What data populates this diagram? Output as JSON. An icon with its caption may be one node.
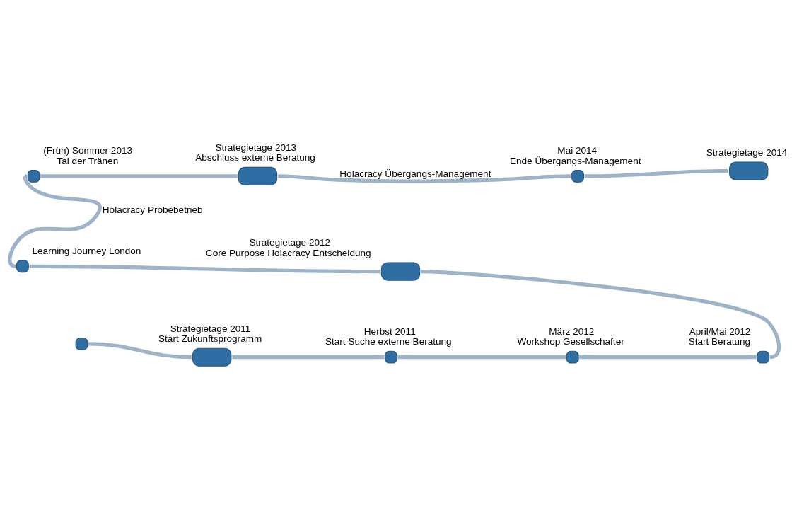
{
  "diagram": {
    "nodes": [
      {
        "text": [],
        "shape": "circle"
      },
      {
        "text": [],
        "shape": "ellipse",
        "beside": [
          "Strategietage 2011",
          "Start Zukunftsprogramm"
        ]
      },
      {
        "text": [],
        "shape": "circle",
        "beside": [
          "Herbst 2011",
          "Start Suche externe Beratung"
        ]
      },
      {
        "text": [],
        "shape": "circle",
        "beside": [
          "März 2012",
          "Workshop Gesellschafter"
        ]
      },
      {
        "text": [],
        "shape": "circle",
        "beside": [
          "April/Mai 2012",
          "Start Beratung"
        ]
      },
      {
        "text": [],
        "shape": "ellipse",
        "beside": [
          "Strategietage 2012",
          "Core Purpose Holacracy Entscheidung"
        ]
      },
      {
        "text": [],
        "shape": "circle",
        "beside": [
          "Learning Journey London"
        ]
      },
      {
        "text": [],
        "shape": "circle",
        "beside": [
          "(Früh) Sommer 2013",
          "Tal der Tränen"
        ]
      },
      {
        "text": [],
        "shape": "ellipse",
        "beside": [
          "Strategietage 2013",
          "Abschluss externe Beratung"
        ]
      },
      {
        "text": [],
        "shape": "circle",
        "beside": [
          "Mai 2014",
          "Ende Übergangs-Management"
        ]
      },
      {
        "text": [],
        "shape": "ellipse",
        "beside": [
          "Strategietage 2014"
        ]
      }
    ],
    "edges": [
      {
        "from": 0,
        "to": 1,
        "arrow": "none"
      },
      {
        "from": 1,
        "to": 2,
        "arrow": "none"
      },
      {
        "from": 2,
        "to": 3,
        "arrow": "none"
      },
      {
        "from": 3,
        "to": 4,
        "arrow": "none"
      },
      {
        "from": 4,
        "to": 5,
        "arrow": "none"
      },
      {
        "from": 5,
        "to": 6,
        "arrow": "none"
      },
      {
        "from": 6,
        "to": 7,
        "arrow": "none",
        "label": "Holacracy Probebetrieb"
      },
      {
        "from": 7,
        "to": 8,
        "arrow": "none"
      },
      {
        "from": 8,
        "to": 9,
        "arrow": "none",
        "label": "Holacracy Übergangs-Management"
      },
      {
        "from": 9,
        "to": 10,
        "arrow": "none"
      }
    ]
  }
}
